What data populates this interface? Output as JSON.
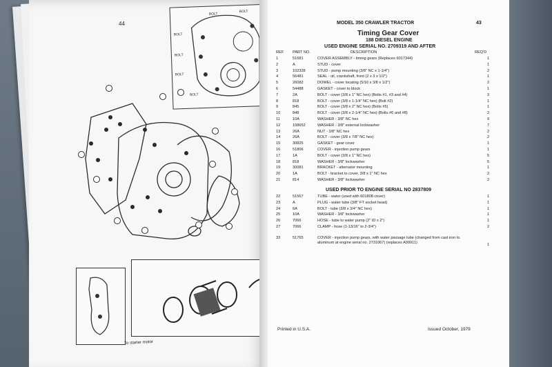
{
  "left_page": {
    "page_number": "44",
    "caption": "To starter motor"
  },
  "right_page": {
    "running_header": "MODEL 350 CRAWLER TRACTOR",
    "page_number": "43",
    "title": "Timing Gear Cover",
    "subtitle": "188 DIESEL ENGINE",
    "serial_note": "USED ENGINE SERIAL NO. 2709319 AND AFTER",
    "columns": {
      "ref": "REF",
      "part": "PART NO.",
      "description": "DESCRIPTION",
      "req": "REQ'D"
    },
    "rows": [
      {
        "ref": "1",
        "part": "51681",
        "desc": "COVER ASSEMBLY - timing gears (Replaces 6017344)",
        "qty": "1"
      },
      {
        "ref": "2",
        "part": "A",
        "desc": "STUD - cover",
        "qty": "1"
      },
      {
        "ref": "3",
        "part": "102328",
        "desc": "STUD - pump mounting (3/8\" NC x 1-1/4\")",
        "qty": "2"
      },
      {
        "ref": "4",
        "part": "56481",
        "desc": "SEAL - oil, crankshaft, front (2 x 3 x 1/2\")",
        "qty": "1"
      },
      {
        "ref": "5",
        "part": "26082",
        "desc": "DOWEL - cover locating (5/16 x 3/8 x 1/2\")",
        "qty": "2"
      },
      {
        "ref": "6",
        "part": "54488",
        "desc": "GASKET - cover to block",
        "qty": "1"
      },
      {
        "ref": "7",
        "part": "2A",
        "desc": "BOLT - cover (3/8 x 1\" NC hex) (Bolts #1, #3 and #4)",
        "qty": "3"
      },
      {
        "ref": "8",
        "part": "818",
        "desc": "BOLT - cover (3/8 x 1-1/4\" NC hex) (Bolt #2)",
        "qty": "1"
      },
      {
        "ref": "9",
        "part": "845",
        "desc": "BOLT - cover (3/8 x 2\" NC hex) (Bolts #5)",
        "qty": "1"
      },
      {
        "ref": "10",
        "part": "848",
        "desc": "BOLT - cover (3/8 x 2-1/4\" NC hex) (Bolts #6 and #8)",
        "qty": "2"
      },
      {
        "ref": "11",
        "part": "10A",
        "desc": "WASHER - 3/8\" NC hex",
        "qty": "9"
      },
      {
        "ref": "12",
        "part": "108652",
        "desc": "WASHER - 3/8\" external lockwasher",
        "qty": "7"
      },
      {
        "ref": "13",
        "part": "26A",
        "desc": "NUT - 3/8\" NC hex",
        "qty": "2"
      },
      {
        "ref": "14",
        "part": "26A",
        "desc": "BOLT - cover (3/8 x 7/8\" NC hex)",
        "qty": "2"
      },
      {
        "ref": "15",
        "part": "30825",
        "desc": "GASKET - gear cover",
        "qty": "1"
      },
      {
        "ref": "16",
        "part": "51806",
        "desc": "COVER - injection pump gears",
        "qty": "1"
      },
      {
        "ref": "17",
        "part": "1A",
        "desc": "BOLT - cover (3/8 x 1\" NC hex)",
        "qty": "5"
      },
      {
        "ref": "18",
        "part": "818",
        "desc": "WASHER - 3/8\" lockwasher",
        "qty": "5"
      },
      {
        "ref": "19",
        "part": "30081",
        "desc": "BRACKET - alternator mounting",
        "qty": "1"
      },
      {
        "ref": "20",
        "part": "1A",
        "desc": "BOLT - bracket to cover, 3/8 x 1\" NC hex",
        "qty": "2"
      },
      {
        "ref": "21",
        "part": "814",
        "desc": "WASHER - 3/8\" lockwasher",
        "qty": "2"
      }
    ],
    "section2": "USED PRIOR TO ENGINE SERIAL NO 2837809",
    "rows2": [
      {
        "ref": "22",
        "part": "51567",
        "desc": "TUBE - water (used with 601808 cover)",
        "qty": "1"
      },
      {
        "ref": "23",
        "part": "A",
        "desc": "PLUG - water tube (3/8\" FT socket head)",
        "qty": "1"
      },
      {
        "ref": "24",
        "part": "6A",
        "desc": "BOLT - tube (3/8 x 3/4\" NC hex)",
        "qty": "1"
      },
      {
        "ref": "25",
        "part": "10A",
        "desc": "WASHER - 3/8\" lockwasher",
        "qty": "1"
      },
      {
        "ref": "26",
        "part": "7066",
        "desc": "HOSE - tube to water pump (2\" ID x 2\")",
        "qty": "1"
      },
      {
        "ref": "27",
        "part": "7066",
        "desc": "CLAMP - hose (1-13/16\" to 2-3/4\")",
        "qty": "2"
      }
    ],
    "last_row": {
      "ref": "33",
      "part": "51765",
      "desc": "COVER - injection pump gears, with water passage tube (changed from cast iron to aluminum at engine serial no. 2731067) (replaces A99911)",
      "qty": "1"
    },
    "footer_left": "Printed in U.S.A.",
    "footer_right": "Issued October, 1979"
  },
  "colors": {
    "paper": "#fbfbfb",
    "ink": "#1c1c1c",
    "background": "#5c6a77"
  }
}
